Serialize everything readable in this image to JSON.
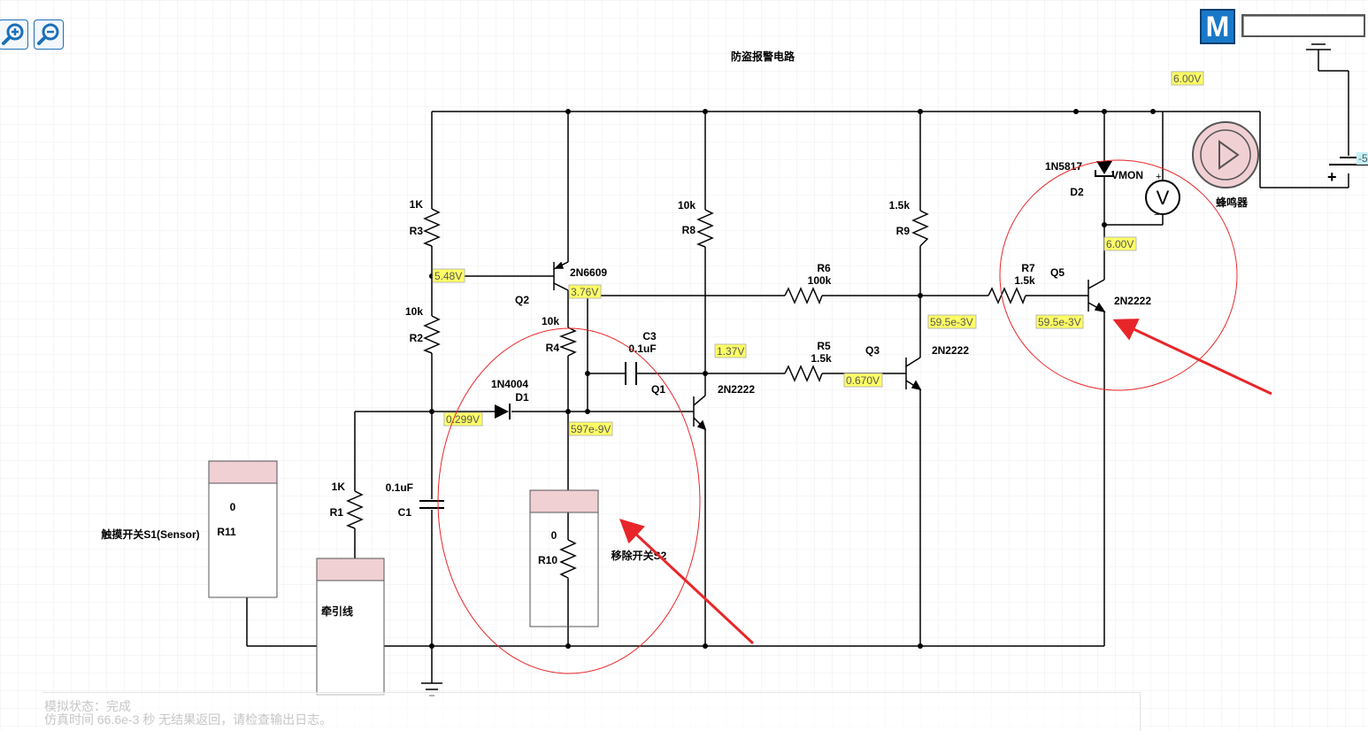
{
  "title": "防盗报警电路",
  "toolbar": {
    "zoom_in_icon": "zoom-in-icon",
    "zoom_out_icon": "zoom-out-icon",
    "logo_letter": "M"
  },
  "components": {
    "R1": {
      "ref": "R1",
      "value": "1K"
    },
    "R2": {
      "ref": "R2",
      "value": "10k"
    },
    "R3": {
      "ref": "R3",
      "value": "1K"
    },
    "R4": {
      "ref": "R4",
      "value": "10k"
    },
    "R5": {
      "ref": "R5",
      "value": "1.5k"
    },
    "R6": {
      "ref": "R6",
      "value": "100k"
    },
    "R7": {
      "ref": "R7",
      "value": "1.5k"
    },
    "R8": {
      "ref": "R8",
      "value": "10k"
    },
    "R9": {
      "ref": "R9",
      "value": "1.5k"
    },
    "R10": {
      "ref": "R10",
      "value": "0"
    },
    "R11": {
      "ref": "R11",
      "value": "0"
    },
    "C1": {
      "ref": "C1",
      "value": "0.1uF"
    },
    "C3": {
      "ref": "C3",
      "value": "0.1uF"
    },
    "D1": {
      "ref": "D1",
      "value": "1N4004"
    },
    "D2": {
      "ref": "D2",
      "value": "1N5817"
    },
    "Q1": {
      "ref": "Q1",
      "value": "2N2222"
    },
    "Q2": {
      "ref": "Q2",
      "value": "2N6609"
    },
    "Q3": {
      "ref": "Q3",
      "value": "2N2222"
    },
    "Q5": {
      "ref": "Q5",
      "value": "2N2222"
    },
    "vmon": "VMON",
    "buzzer": "蜂鸣器"
  },
  "labels": {
    "sensor_switch": "触摸开关S1(Sensor)",
    "pull_wire": "牵引线",
    "remove_switch": "移除开关S2"
  },
  "probes": {
    "r3_r2": "5.48V",
    "q2_c": "3.76V",
    "d1": "0.299V",
    "q1_b": "597e-9V",
    "r8": "1.37V",
    "q3_b": "0.670V",
    "q3_c": "59.5e-3V",
    "q5_b": "59.5e-3V",
    "q5_c": "6.00V",
    "supply": "6.00V",
    "battery": "-5"
  },
  "status": {
    "line1": "模拟状态：完成",
    "line2": "仿真时间 66.6e-3 秒 无结果返回，请检查输出日志。"
  },
  "colors": {
    "wire": "#000000",
    "probe_bg": "#ffff66",
    "probe_bg_alt": "#c6f0f7",
    "switch_top": "#f1d0d4",
    "annotation": "#e8262a",
    "logo": "#1a78c8"
  }
}
